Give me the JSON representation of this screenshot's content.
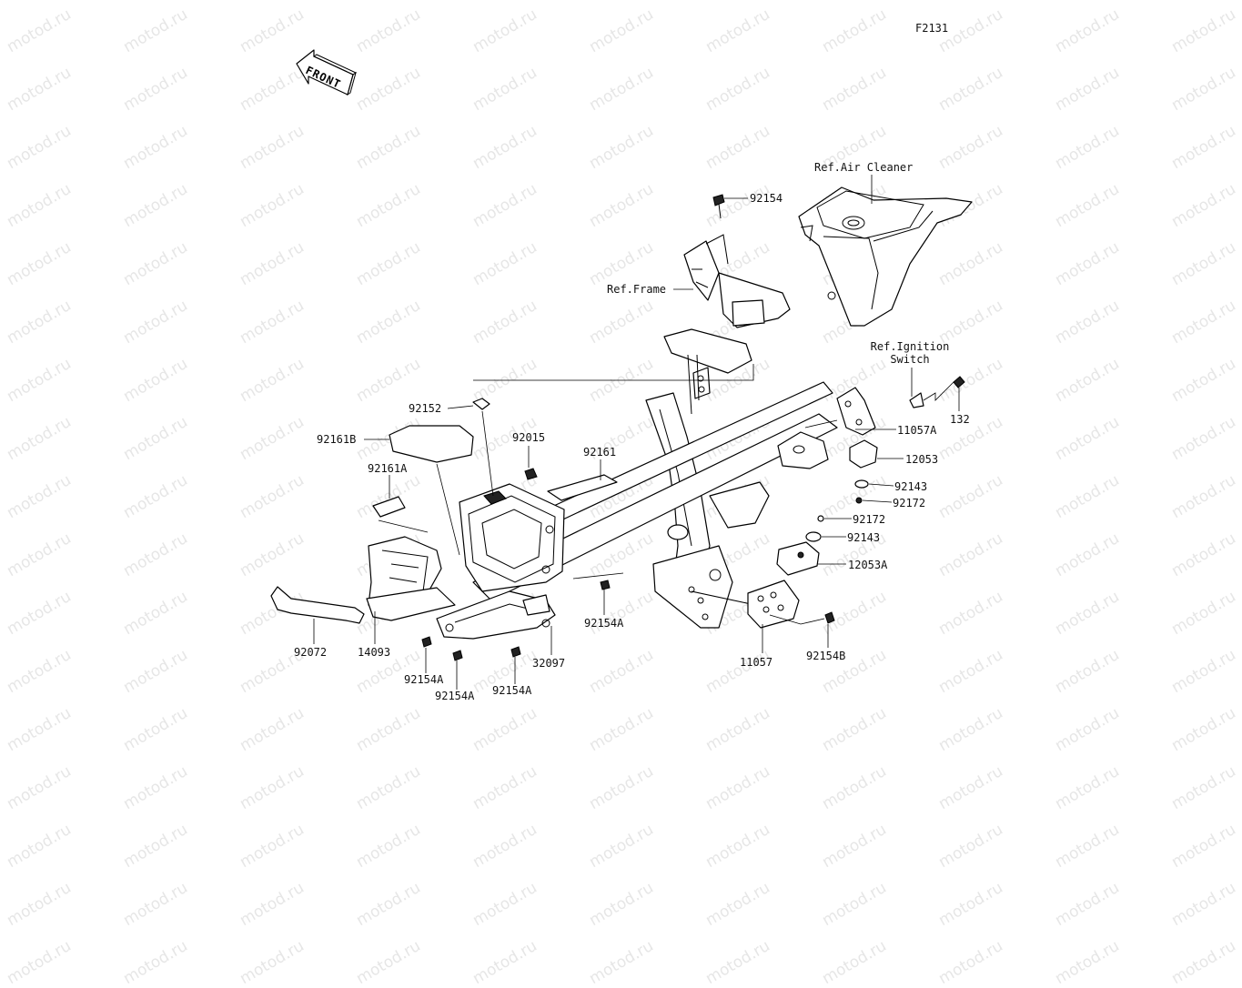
{
  "diagram_code": "F2131",
  "front_label": "FRONT",
  "watermark_text": "motod.ru",
  "refs": {
    "air_cleaner": "Ref.Air Cleaner",
    "frame": "Ref.Frame",
    "ignition_switch_line1": "Ref.Ignition",
    "ignition_switch_line2": "Switch"
  },
  "parts": {
    "p92154": "92154",
    "p92152": "92152",
    "p92161B": "92161B",
    "p92015": "92015",
    "p92161": "92161",
    "p92161A": "92161A",
    "p92072": "92072",
    "p14093": "14093",
    "p32097": "32097",
    "p92154A_1": "92154A",
    "p92154A_2": "92154A",
    "p92154A_3": "92154A",
    "p92154A_4": "92154A",
    "p11057": "11057",
    "p92154B": "92154B",
    "p11057A": "11057A",
    "p132": "132",
    "p12053": "12053",
    "p92143_1": "92143",
    "p92172_1": "92172",
    "p92172_2": "92172",
    "p92143_2": "92143",
    "p12053A": "12053A"
  }
}
